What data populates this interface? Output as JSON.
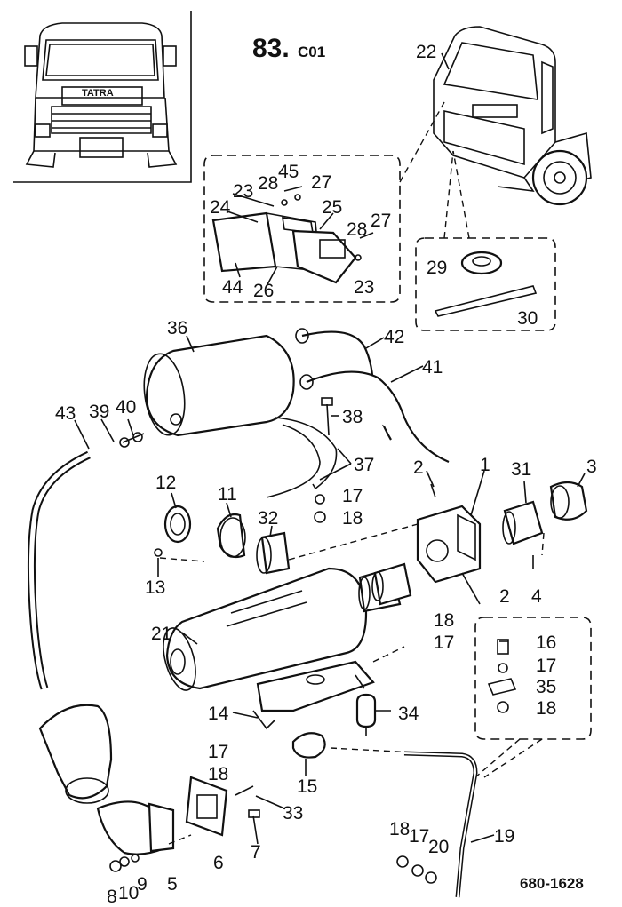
{
  "header": {
    "page_number": "83.",
    "page_suffix": "C01",
    "drawing_ref": "680-1628"
  },
  "inset": {
    "brand_text": "TATRA"
  },
  "labels": {
    "l1": "1",
    "l2a": "2",
    "l2b": "2",
    "l3": "3",
    "l4": "4",
    "l5": "5",
    "l6": "6",
    "l7": "7",
    "l8": "8",
    "l9": "9",
    "l10": "10",
    "l11": "11",
    "l12": "12",
    "l13": "13",
    "l14": "14",
    "l15": "15",
    "l16": "16",
    "l17a": "17",
    "l17b": "17",
    "l17c": "17",
    "l17d": "17",
    "l17e": "17",
    "l18a": "18",
    "l18b": "18",
    "l18c": "18",
    "l18d": "18",
    "l18e": "18",
    "l19": "19",
    "l20": "20",
    "l21": "21",
    "l22": "22",
    "l23a": "23",
    "l23b": "23",
    "l24": "24",
    "l25": "25",
    "l26": "26",
    "l27a": "27",
    "l27b": "27",
    "l28a": "28",
    "l28b": "28",
    "l29": "29",
    "l30": "30",
    "l31": "31",
    "l32": "32",
    "l33": "33",
    "l34": "34",
    "l35": "35",
    "l36": "36",
    "l37": "37",
    "l38": "38",
    "l39": "39",
    "l40": "40",
    "l41": "41",
    "l42": "42",
    "l43": "43",
    "l44": "44",
    "l45": "45"
  }
}
